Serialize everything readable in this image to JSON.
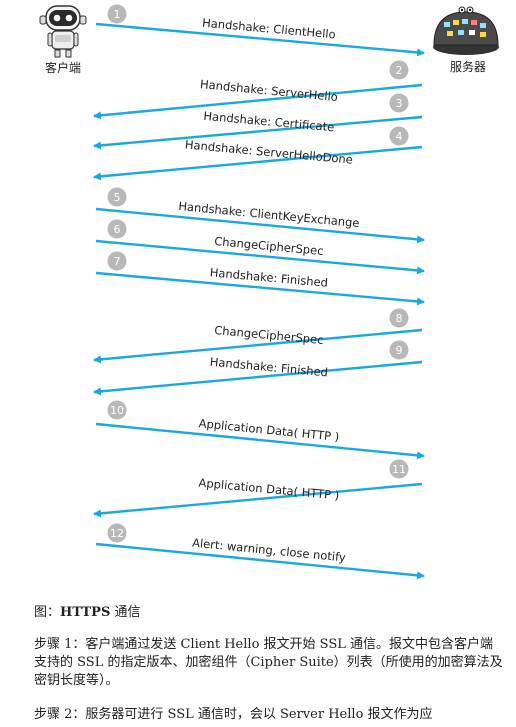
{
  "actors": {
    "client": "客户端",
    "server": "服务器"
  },
  "messages": [
    {
      "num": "1",
      "label": "Handshake: ClientHello",
      "dir": "right"
    },
    {
      "num": "2",
      "label": "Handshake: ServerHello",
      "dir": "left"
    },
    {
      "num": "3",
      "label": "Handshake: Certificate",
      "dir": "left"
    },
    {
      "num": "4",
      "label": "Handshake: ServerHelloDone",
      "dir": "left"
    },
    {
      "num": "5",
      "label": "Handshake: ClientKeyExchange",
      "dir": "right"
    },
    {
      "num": "6",
      "label": "ChangeCipherSpec",
      "dir": "right"
    },
    {
      "num": "7",
      "label": "Handshake: Finished",
      "dir": "right"
    },
    {
      "num": "8",
      "label": "ChangeCipherSpec",
      "dir": "left"
    },
    {
      "num": "9",
      "label": "Handshake: Finished",
      "dir": "left"
    },
    {
      "num": "10",
      "label": "Application Data( HTTP )",
      "dir": "right"
    },
    {
      "num": "11",
      "label": "Application Data( HTTP )",
      "dir": "left"
    },
    {
      "num": "12",
      "label": "Alert: warning, close notify",
      "dir": "right"
    }
  ],
  "caption": {
    "prefix": "图：",
    "bold": "HTTPS",
    "suffix": " 通信"
  },
  "steps": [
    {
      "tag": "步骤 1：",
      "text": "客户端通过发送 Client Hello 报文开始 SSL 通信。报文中包含客户端支持的 SSL 的指定版本、加密组件（Cipher Suite）列表（所使用的加密算法及密钥长度等）。"
    },
    {
      "tag": "步骤 2：",
      "text": "服务器可进行 SSL 通信时，会以 Server Hello 报文作为应"
    }
  ],
  "colors": {
    "arrow": "#19a9e0",
    "badge": "#b8b8b8",
    "badge_text": "#ffffff"
  }
}
